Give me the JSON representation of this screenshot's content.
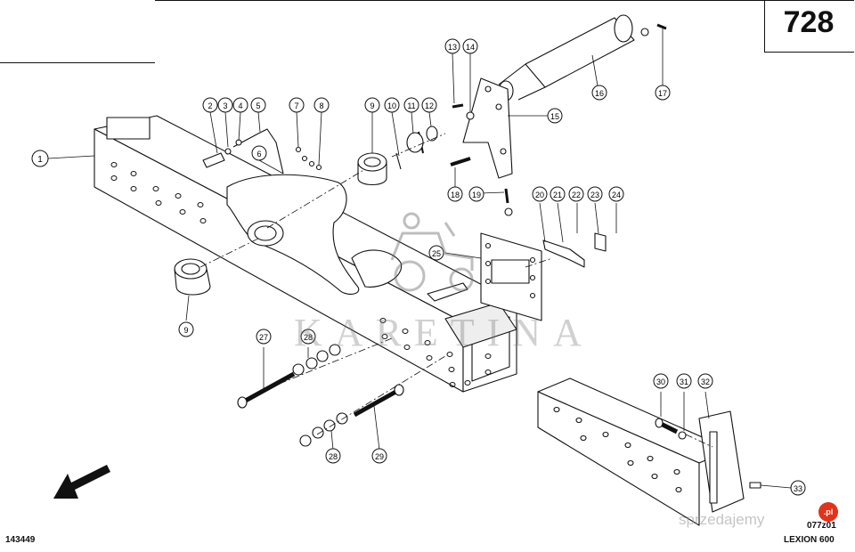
{
  "page_number": "728",
  "catalog_ref": "143449",
  "drawing_ref": "077z01",
  "machine_model": "LEXION 600",
  "watermark": "KARETINA",
  "brand": {
    "name": "sprzedajemy",
    "badge": ".pl",
    "badge_color": "#e2321b"
  },
  "callouts": [
    "1",
    "2",
    "3",
    "4",
    "5",
    "6",
    "7",
    "8",
    "9",
    "10",
    "11",
    "12",
    "13",
    "14",
    "15",
    "16",
    "17",
    "18",
    "19",
    "20",
    "21",
    "22",
    "23",
    "24",
    "25",
    "27",
    "28",
    "29",
    "30",
    "31",
    "32",
    "33",
    "9",
    "28"
  ],
  "colors": {
    "line": "#111111",
    "callout_fill": "#ffffff"
  },
  "icons": [
    "direction-arrow-icon",
    "tractor-watermark-icon"
  ]
}
